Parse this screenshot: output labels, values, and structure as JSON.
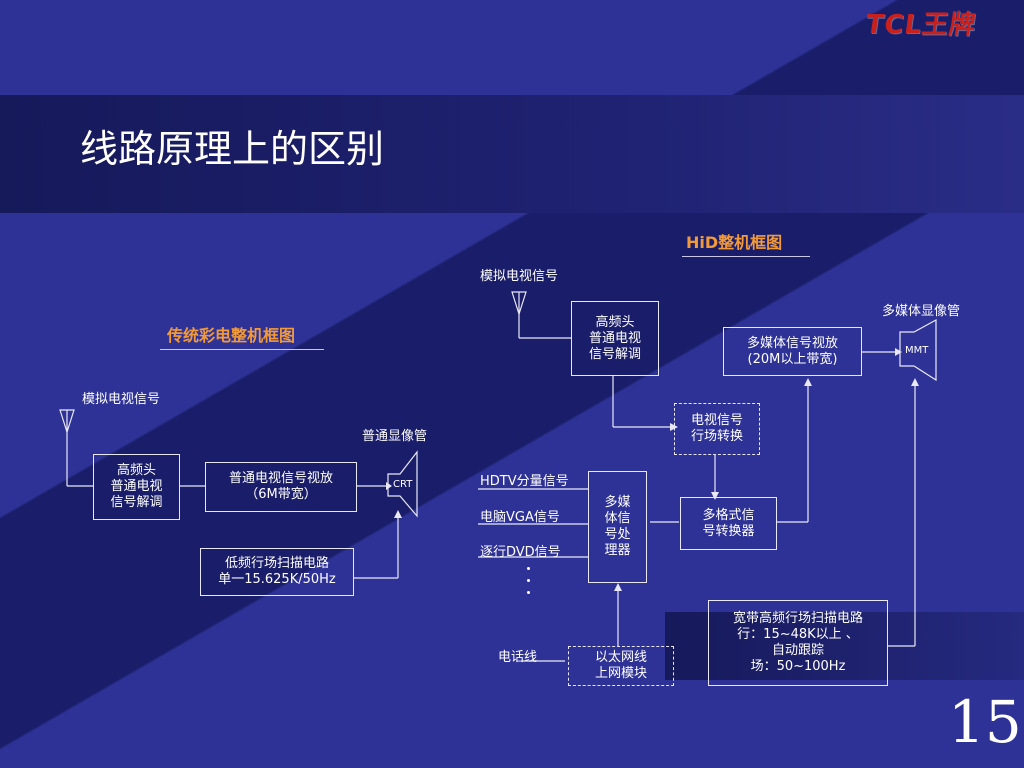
{
  "logo": "TCL王牌",
  "title": "线路原理上的区别",
  "page_number": "15",
  "left": {
    "heading": "传统彩电整机框图",
    "antenna_label": "模拟电视信号",
    "tuner": "高频头\n普通电视\n信号解调",
    "video": "普通电视信号视放\n（6M带宽）",
    "tube_label": "普通显像管",
    "tube": "CRT",
    "scan": "低频行场扫描电路\n单一15.625K/50Hz"
  },
  "right": {
    "heading": "HiD整机框图",
    "antenna_label": "模拟电视信号",
    "tuner": "高频头\n普通电视\n信号解调",
    "convert": "电视信号\n行场转换",
    "amp": "多媒体信号视放\n(20M以上带宽)",
    "tube_label": "多媒体显像管",
    "tube": "MMT",
    "inputs": [
      "HDTV分量信号",
      "电脑VGA信号",
      "逐行DVD信号"
    ],
    "processor": "多媒\n体信\n号处\n理器",
    "format": "多格式信\n号转换器",
    "scan": "宽带高频行场扫描电路\n行：15~48K以上 、\n自动跟踪\n场：50~100Hz",
    "phone_label": "电话线",
    "net": "以太网线\n上网模块"
  }
}
